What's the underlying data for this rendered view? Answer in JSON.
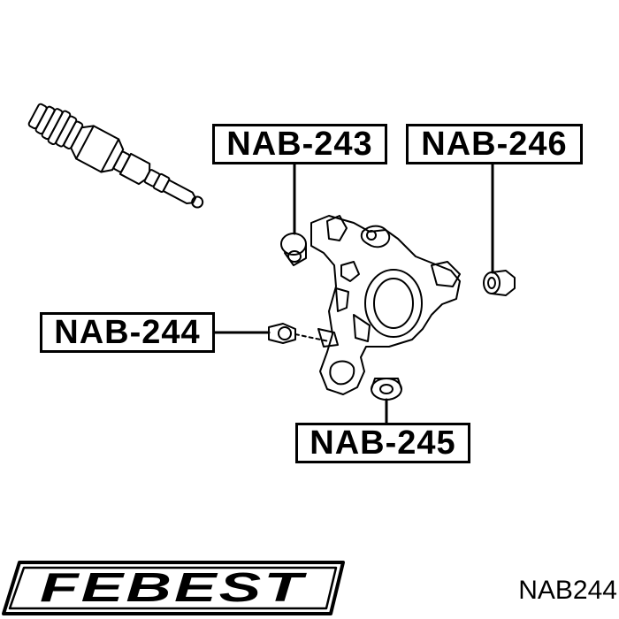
{
  "callouts": {
    "nab_243": "NAB-243",
    "nab_246": "NAB-246",
    "nab_244": "NAB-244",
    "nab_245": "NAB-245"
  },
  "brand": {
    "name": "FEBEST",
    "color": "#000000"
  },
  "part_number": "NAB244"
}
